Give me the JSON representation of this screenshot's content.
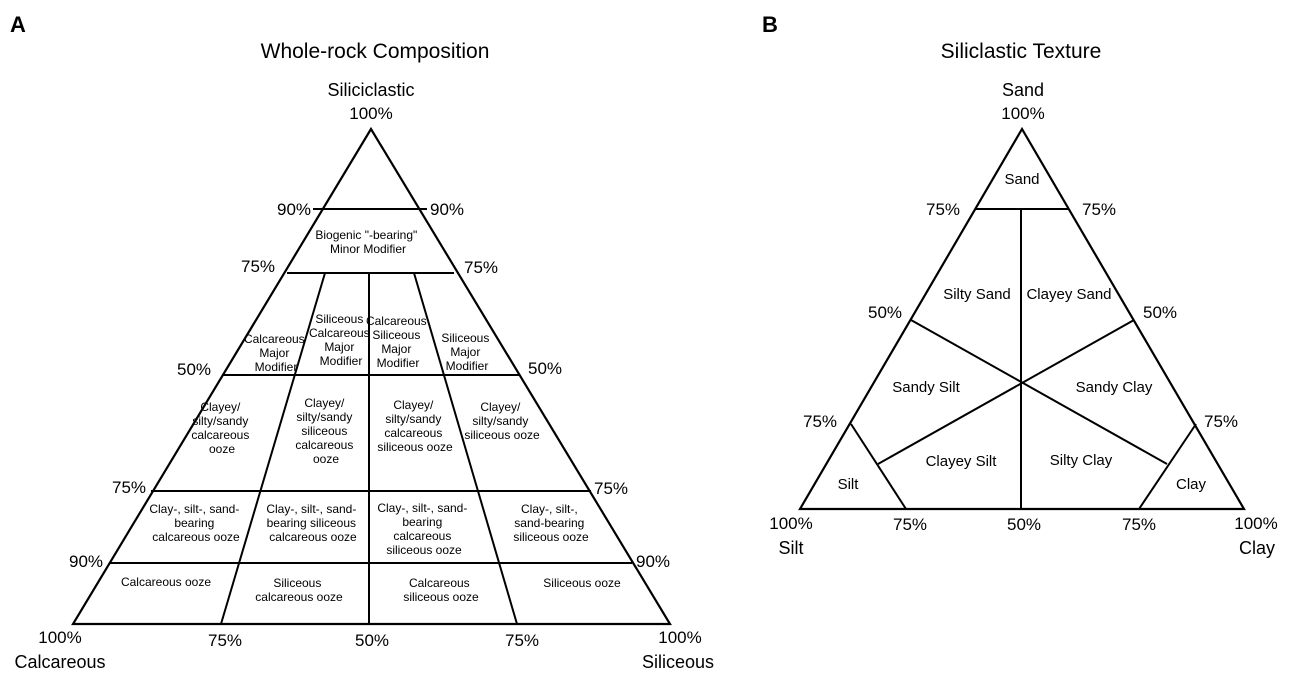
{
  "panel_a": {
    "letter": "A",
    "title": "Whole-rock Composition",
    "apex_label": "Siliciclastic",
    "apex_pct": "100%",
    "left_corner_pct": "100%",
    "left_corner_label": "Calcareous",
    "right_corner_pct": "100%",
    "right_corner_label": "Siliceous",
    "left_edge_pcts": [
      "90%",
      "75%",
      "50%",
      "75%",
      "90%"
    ],
    "right_edge_pcts": [
      "90%",
      "75%",
      "50%",
      "75%",
      "90%"
    ],
    "base_pcts": [
      "75%",
      "50%",
      "75%"
    ],
    "regions": {
      "minor_modifier": [
        "Biogenic \"-bearing\"",
        "Minor Modifier"
      ],
      "calc_major": [
        "Calcareous",
        "Major",
        "Modifier"
      ],
      "sil_calc_major": [
        "Siliceous",
        "Calcareous",
        "Major",
        "Modifier"
      ],
      "calc_sil_major": [
        "Calcareous",
        "Siliceous",
        "Major",
        "Modifier"
      ],
      "sil_major": [
        "Siliceous",
        "Major",
        "Modifier"
      ],
      "ooze_1": [
        "Clayey/",
        "silty/sandy",
        "calcareous",
        "ooze"
      ],
      "ooze_2": [
        "Clayey/",
        "silty/sandy",
        "siliceous",
        "calcareous",
        "ooze"
      ],
      "ooze_3": [
        "Clayey/",
        "silty/sandy",
        "calcareous",
        "siliceous ooze"
      ],
      "ooze_4": [
        "Clayey/",
        "silty/sandy",
        "siliceous ooze"
      ],
      "bearing_1": [
        "Clay-, silt-, sand-",
        "bearing",
        "calcareous ooze"
      ],
      "bearing_2": [
        "Clay-, silt-, sand-",
        "bearing siliceous",
        "calcareous ooze"
      ],
      "bearing_3": [
        "Clay-, silt-, sand-",
        "bearing",
        "calcareous",
        "siliceous ooze"
      ],
      "bearing_4": [
        "Clay-, silt-,",
        "sand-bearing",
        "siliceous ooze"
      ],
      "base_1": [
        "Calcareous ooze"
      ],
      "base_2": [
        "Siliceous",
        "calcareous ooze"
      ],
      "base_3": [
        "Calcareous",
        "siliceous ooze"
      ],
      "base_4": [
        "Siliceous ooze"
      ]
    }
  },
  "panel_b": {
    "letter": "B",
    "title": "Siliclastic Texture",
    "apex_label": "Sand",
    "apex_pct": "100%",
    "left_corner_pct": "100%",
    "left_corner_label": "Silt",
    "right_corner_pct": "100%",
    "right_corner_label": "Clay",
    "left_edge_pcts": [
      "75%",
      "50%",
      "75%"
    ],
    "right_edge_pcts": [
      "75%",
      "50%",
      "75%"
    ],
    "base_pcts": [
      "75%",
      "50%",
      "75%"
    ],
    "regions": {
      "sand": "Sand",
      "silty_sand": "Silty Sand",
      "clayey_sand": "Clayey Sand",
      "sandy_silt": "Sandy Silt",
      "sandy_clay": "Sandy Clay",
      "clayey_silt": "Clayey Silt",
      "silty_clay": "Silty Clay",
      "silt": "Silt",
      "clay": "Clay"
    }
  }
}
